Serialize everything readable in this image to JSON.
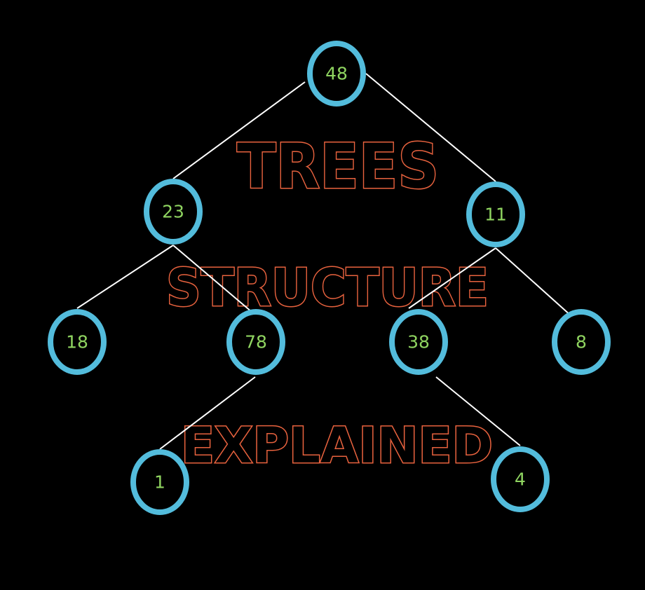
{
  "titles": {
    "line1": "TREES",
    "line2": "STRUCTURE",
    "line3": "EXPLAINED"
  },
  "colors": {
    "background": "#000000",
    "node_ring": "#53bcdc",
    "node_text": "#8fd460",
    "title_outline": "#e8623e",
    "edge": "#ffffff"
  },
  "nodes": [
    {
      "id": "n48",
      "value": "48"
    },
    {
      "id": "n23",
      "value": "23"
    },
    {
      "id": "n11",
      "value": "11"
    },
    {
      "id": "n18",
      "value": "18"
    },
    {
      "id": "n78",
      "value": "78"
    },
    {
      "id": "n38",
      "value": "38"
    },
    {
      "id": "n8",
      "value": "8"
    },
    {
      "id": "n1",
      "value": "1"
    },
    {
      "id": "n4",
      "value": "4"
    }
  ],
  "edges": [
    {
      "from": "n48",
      "to": "n23"
    },
    {
      "from": "n48",
      "to": "n11"
    },
    {
      "from": "n23",
      "to": "n18"
    },
    {
      "from": "n23",
      "to": "n78"
    },
    {
      "from": "n11",
      "to": "n38"
    },
    {
      "from": "n11",
      "to": "n8"
    },
    {
      "from": "n78",
      "to": "n1"
    },
    {
      "from": "n38",
      "to": "n4"
    }
  ]
}
